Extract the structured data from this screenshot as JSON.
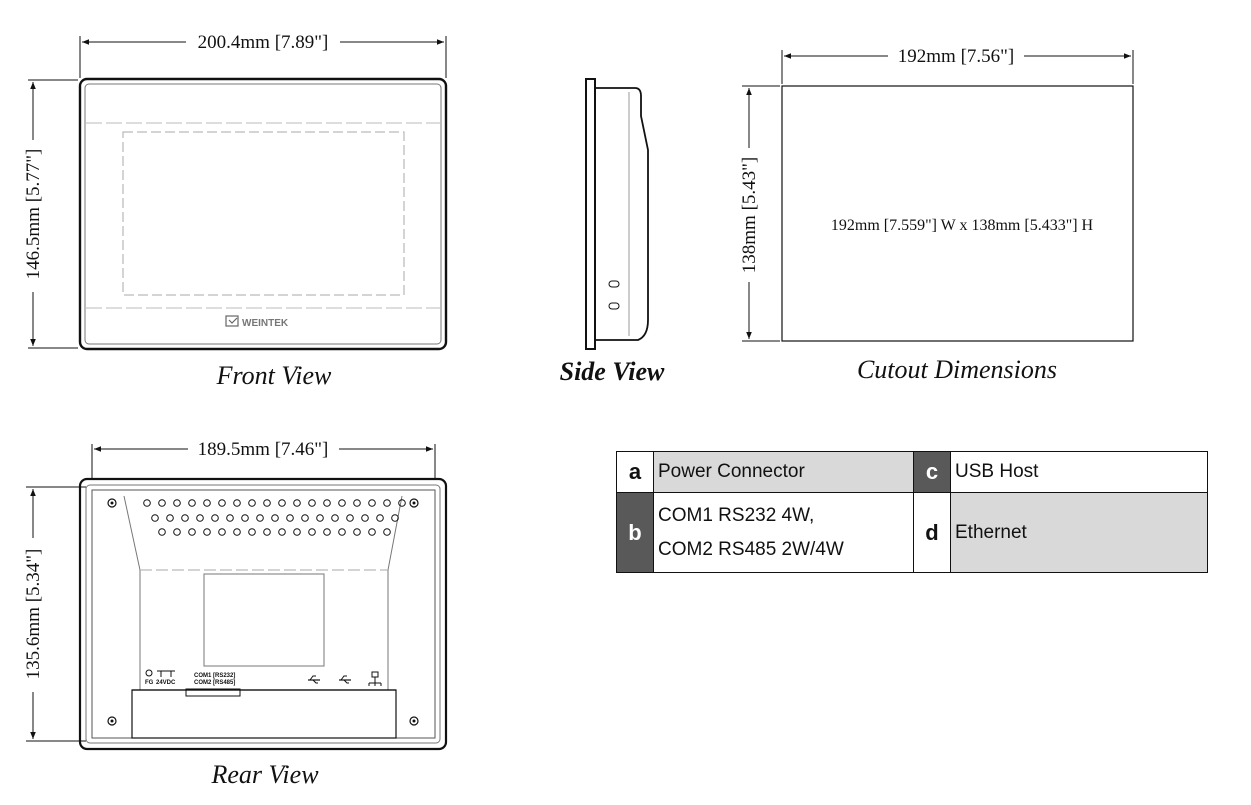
{
  "views": {
    "front": {
      "caption": "Front View",
      "width_label": "200.4mm [7.89\"]",
      "height_label": "146.5mm [5.77\"]",
      "logo_text": "WEINTEK"
    },
    "side": {
      "caption": "Side View"
    },
    "cutout": {
      "caption": "Cutout Dimensions",
      "width_label": "192mm [7.56\"]",
      "height_label": "138mm [5.43\"]",
      "center_text": "192mm [7.559\"] W x 138mm [5.433\"] H"
    },
    "rear": {
      "caption": "Rear View",
      "width_label": "189.5mm [7.46\"]",
      "height_label": "135.6mm [5.34\"]",
      "port_fg": "FG",
      "port_dc": "24VDC",
      "port_com1": "COM1 [RS232]",
      "port_com2": "COM2 [RS485]"
    }
  },
  "legend": [
    {
      "key": "a",
      "label": "Power Connector"
    },
    {
      "key": "b",
      "label_line1": "COM1 RS232 4W,",
      "label_line2": "COM2 RS485 2W/4W"
    },
    {
      "key": "c",
      "label": "USB Host"
    },
    {
      "key": "d",
      "label": "Ethernet"
    }
  ]
}
